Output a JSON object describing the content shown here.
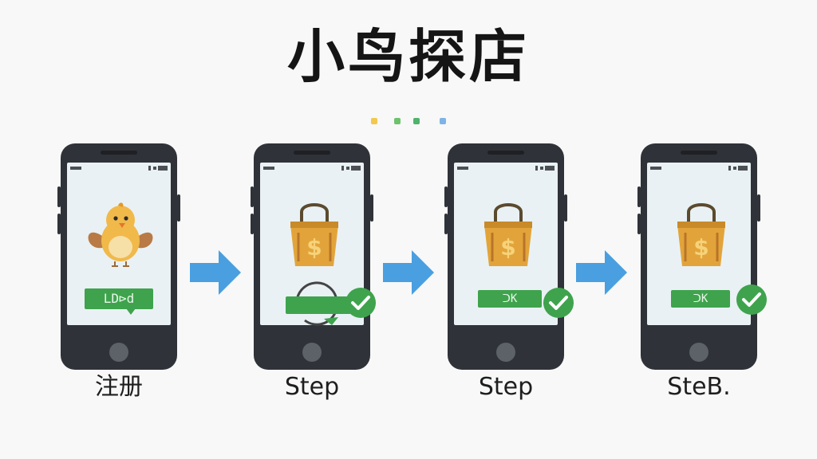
{
  "title": "小鸟探店",
  "colors": {
    "phone_body": "#2f3238",
    "screen": "#e9f1f4",
    "arrow": "#4a9fe0",
    "green": "#3fa34d",
    "bag": "#e2a43a",
    "bird": "#f0b94a"
  },
  "title_dots": [
    {
      "icon": "yellow-dot",
      "color": "#f2c94c"
    },
    {
      "icon": "green-dot",
      "color": "#6cc36c"
    },
    {
      "icon": "green-dot",
      "color": "#4fb36b"
    },
    {
      "icon": "blue-dot",
      "color": "#7fb3e6"
    }
  ],
  "steps": [
    {
      "label": "注册",
      "icon": "bird-icon",
      "button_text": "LD⊳d",
      "check": false
    },
    {
      "label": "Step",
      "icon": "shopping-bag-icon",
      "button_text": "",
      "check": true
    },
    {
      "label": "Step",
      "icon": "shopping-bag-icon",
      "button_text": "ᑐK",
      "check": true
    },
    {
      "label": "SteB.",
      "icon": "shopping-bag-icon",
      "button_text": "ᑐK",
      "check": true
    }
  ]
}
